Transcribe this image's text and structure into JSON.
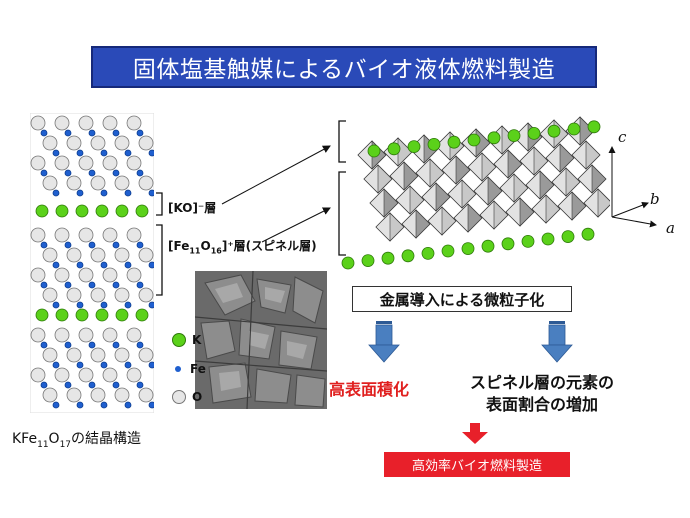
{
  "title": "固体塩基触媒によるバイオ液体燃料製造",
  "labels": {
    "ko_layer": "[KO]⁻層",
    "fe_layer_prefix": "[Fe",
    "fe_sub1": "11",
    "fe_mid": "O",
    "fe_sub2": "16",
    "fe_layer_suffix": "]⁺層(スピネル層)"
  },
  "legend": {
    "k": "K",
    "fe": "Fe",
    "o": "O"
  },
  "axes": {
    "c": "c",
    "b": "b",
    "a": "a"
  },
  "caption": {
    "pre": "KFe",
    "sub1": "11",
    "mid": "O",
    "sub2": "17",
    "post": "の結晶構造"
  },
  "flow": {
    "metal_intro": "金属導入による微粒子化",
    "high_surface": "高表面積化",
    "spinel_elements_line1": "スピネル層の元素の",
    "spinel_elements_line2": "表面割合の増加",
    "result": "高効率バイオ燃料製造"
  },
  "colors": {
    "title_bg": "#2a4ab8",
    "potassium": "#5bd11a",
    "iron": "#1f5fcf",
    "oxygen": "#e6e6e6",
    "down_arrow": "#4a7fc0",
    "result_bg": "#e8202a",
    "highlight_text": "#e0201f"
  }
}
